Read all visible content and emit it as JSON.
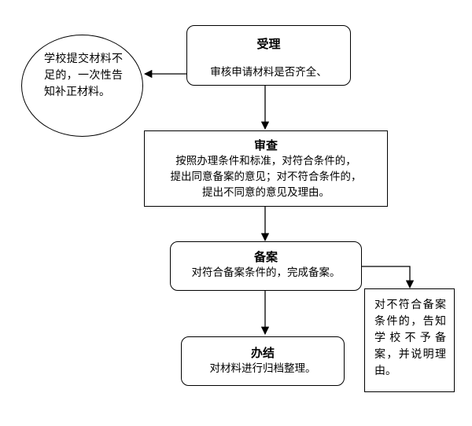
{
  "nodes": {
    "accept": {
      "title": "受理",
      "text": "审核申请材料是否齐全、"
    },
    "notify": {
      "text": "学校提交材料不足的，一次性告知补正材料。"
    },
    "review": {
      "title": "审查",
      "lines": [
        "按照办理条件和标准，对符合条件的，",
        "提出同意备案的意见；对不符合条件的，",
        "提出不同意的意见及理由。"
      ]
    },
    "filing": {
      "title": "备案",
      "text": "对符合备案条件的，完成备案。"
    },
    "reject": {
      "text": "对不符合备案条件的，告知学校不予备案，并说明理由。"
    },
    "complete": {
      "title": "办结",
      "text": "对材料进行归档整理。"
    }
  }
}
